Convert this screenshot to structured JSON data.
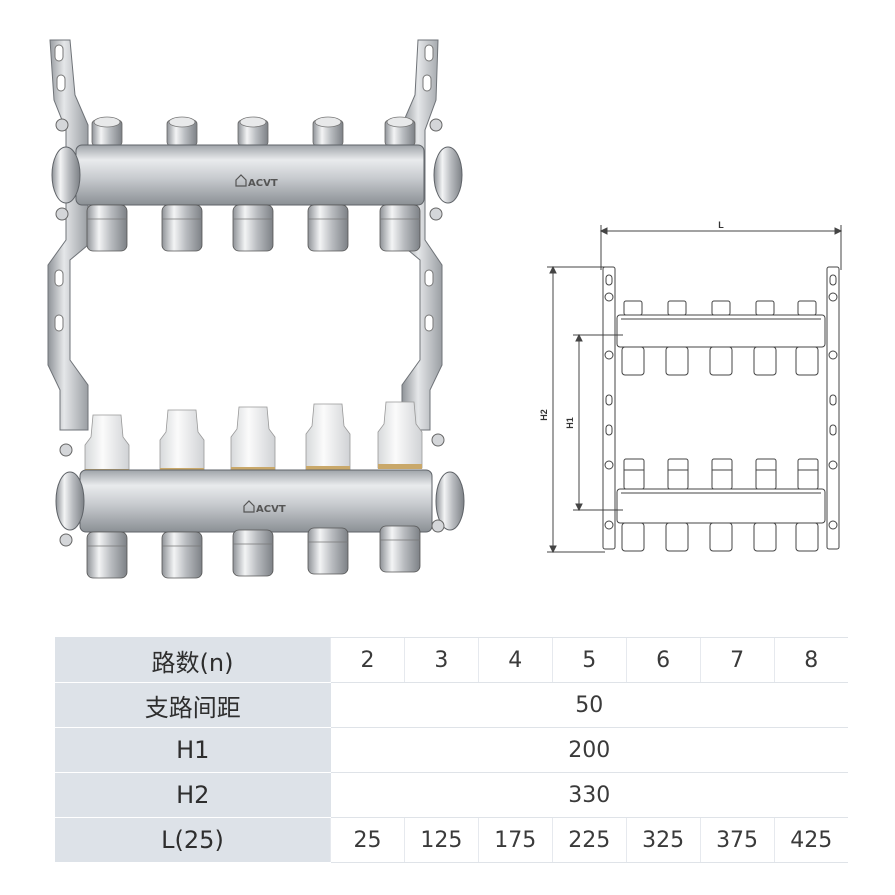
{
  "photo": {
    "brand": "ACVT",
    "upper_outlets": 5,
    "lower_outlets": 5
  },
  "drawing": {
    "label_L": "L",
    "label_H1": "H1",
    "label_H2": "H2"
  },
  "spec_table": {
    "rows": [
      {
        "label": "路数(n)",
        "values": [
          "2",
          "3",
          "4",
          "5",
          "6",
          "7",
          "8"
        ]
      },
      {
        "label": "支路间距",
        "merged": "50"
      },
      {
        "label": "H1",
        "merged": "200"
      },
      {
        "label": "H2",
        "merged": "330"
      },
      {
        "label": "L(25)",
        "values": [
          "25",
          "125",
          "175",
          "225",
          "325",
          "375",
          "425"
        ]
      }
    ]
  },
  "colors": {
    "header_bg": "#dde2e8",
    "steel": "#c9ccd0",
    "cap_white": "#f2f2f2"
  }
}
